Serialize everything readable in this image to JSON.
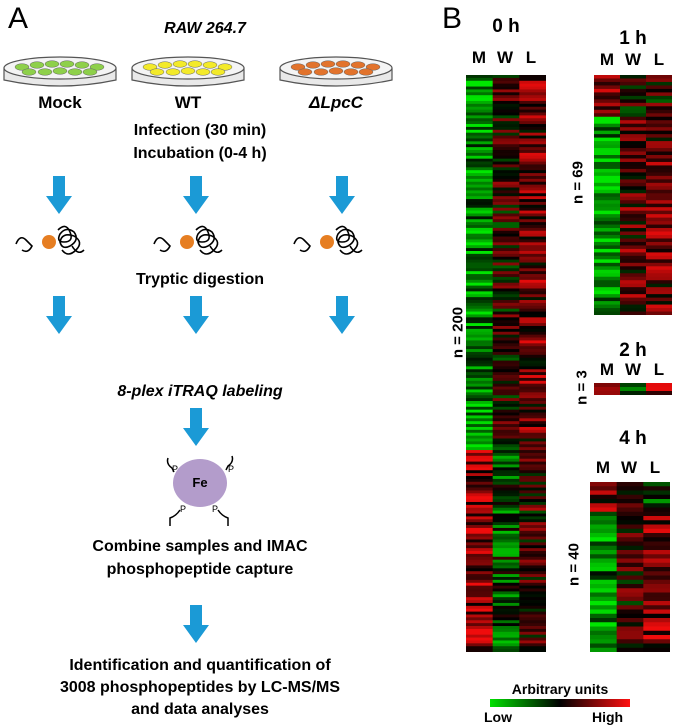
{
  "panel_a": {
    "label": "A",
    "cell_line": "RAW 264.7",
    "dishes": [
      {
        "label": "Mock",
        "color": "#8ed04a"
      },
      {
        "label": "WT",
        "color": "#f3ea2a"
      },
      {
        "label": "ΔLpcC",
        "color": "#e2732c"
      }
    ],
    "step_infection": "Infection (30 min)",
    "step_incubation": "Incubation (0-4 h)",
    "step_digestion": "Tryptic digestion",
    "step_labeling": "8-plex iTRAQ labeling",
    "bead_label": "Fe",
    "step_combine_1": "Combine samples and IMAC",
    "step_combine_2": "phosphopeptide capture",
    "step_final_1": "Identification and quantification of",
    "step_final_2": "3008 phosphopeptides by LC-MS/MS",
    "step_final_3": "and data analyses",
    "arrow_color": "#1b9ad6"
  },
  "panel_b": {
    "label": "B",
    "columns": [
      "M",
      "W",
      "L"
    ],
    "heatmaps": [
      {
        "title": "0 h",
        "n_label": "n = 200",
        "rows": 200
      },
      {
        "title": "1 h",
        "n_label": "n = 69",
        "rows": 69
      },
      {
        "title": "2 h",
        "n_label": "n = 3",
        "rows": 3
      },
      {
        "title": "4 h",
        "n_label": "n = 40",
        "rows": 40
      }
    ],
    "legend_title": "Arbitrary units",
    "legend_low": "Low",
    "legend_high": "High",
    "scale_colors": [
      "#00e000",
      "#000000",
      "#ff1010"
    ]
  }
}
